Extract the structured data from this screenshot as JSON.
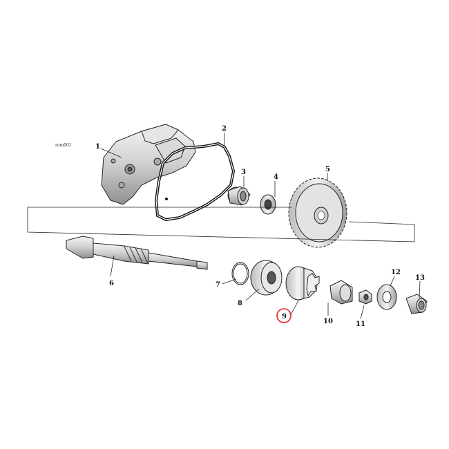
{
  "reference_code": "rom001",
  "highlight_color": "#e53935",
  "highlighted_callout": "9",
  "callouts": [
    {
      "number": "1"
    },
    {
      "number": "2"
    },
    {
      "number": "3"
    },
    {
      "number": "4"
    },
    {
      "number": "5"
    },
    {
      "number": "6"
    },
    {
      "number": "7"
    },
    {
      "number": "8"
    },
    {
      "number": "9"
    },
    {
      "number": "10"
    },
    {
      "number": "11"
    },
    {
      "number": "12"
    },
    {
      "number": "13"
    }
  ]
}
